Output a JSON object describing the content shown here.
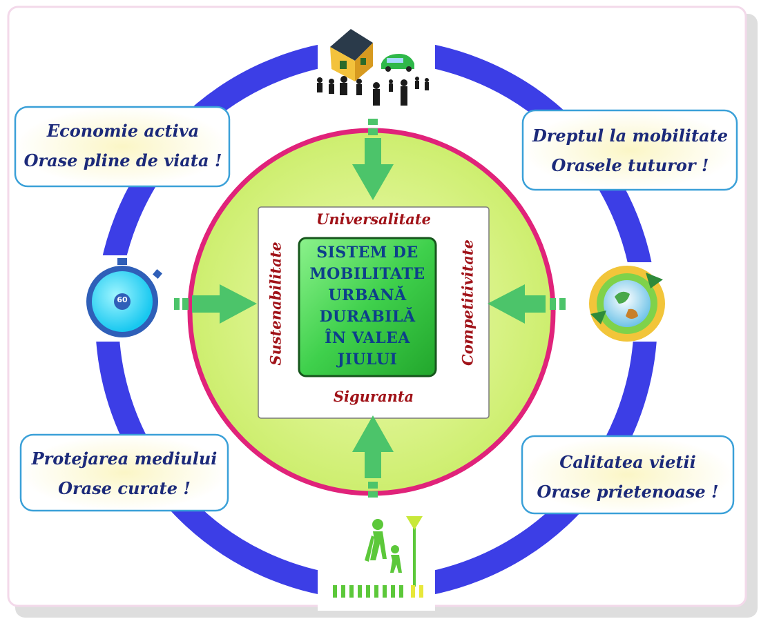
{
  "center": {
    "title_lines": [
      "SISTEM DE",
      "MOBILITATE",
      "URBANĂ",
      "DURABILĂ",
      "ÎN VALEA",
      "JIULUI"
    ]
  },
  "principles": {
    "top": "Universalitate",
    "bottom": "Siguranta",
    "left": "Sustenabilitate",
    "right": "Competitivitate"
  },
  "boxes": {
    "top_left": {
      "line1": "Economie activa",
      "line2": "Orase pline de viata !"
    },
    "top_right": {
      "line1": "Dreptul la mobilitate",
      "line2": "Orasele tuturor !"
    },
    "bottom_left": {
      "line1": "Protejarea mediului",
      "line2": "Orase curate !"
    },
    "bottom_right": {
      "line1": "Calitatea vietii",
      "line2": "Orase prietenoase !"
    }
  },
  "icons": {
    "top": "house-car-people-icon",
    "left": "stopwatch-icon",
    "stopwatch_value": "60",
    "right": "globe-recycle-icon",
    "bottom": "pedestrian-crossing-icon"
  },
  "colors": {
    "ring": "#3c3ee6",
    "inner_circle": "#d8f48a",
    "inner_circle_border": "#e0237a",
    "center_box": "#3ed04a",
    "arrows": "#4cc46a",
    "principle_text": "#a01218",
    "box_text": "#1c2a7a"
  }
}
